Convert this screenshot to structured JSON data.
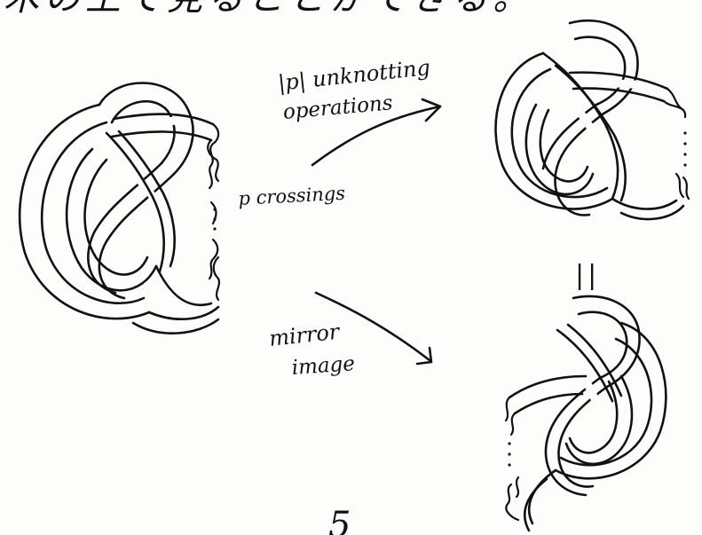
{
  "header": {
    "partial_text": "木の上で見ることができる。"
  },
  "annotations": {
    "unknotting_line1": "|p| unknotting",
    "unknotting_line2": "operations",
    "crossings": "p crossings",
    "mirror_line1": "mirror",
    "mirror_line2": "image",
    "equals": "||"
  },
  "footer": {
    "page_number": "5"
  }
}
